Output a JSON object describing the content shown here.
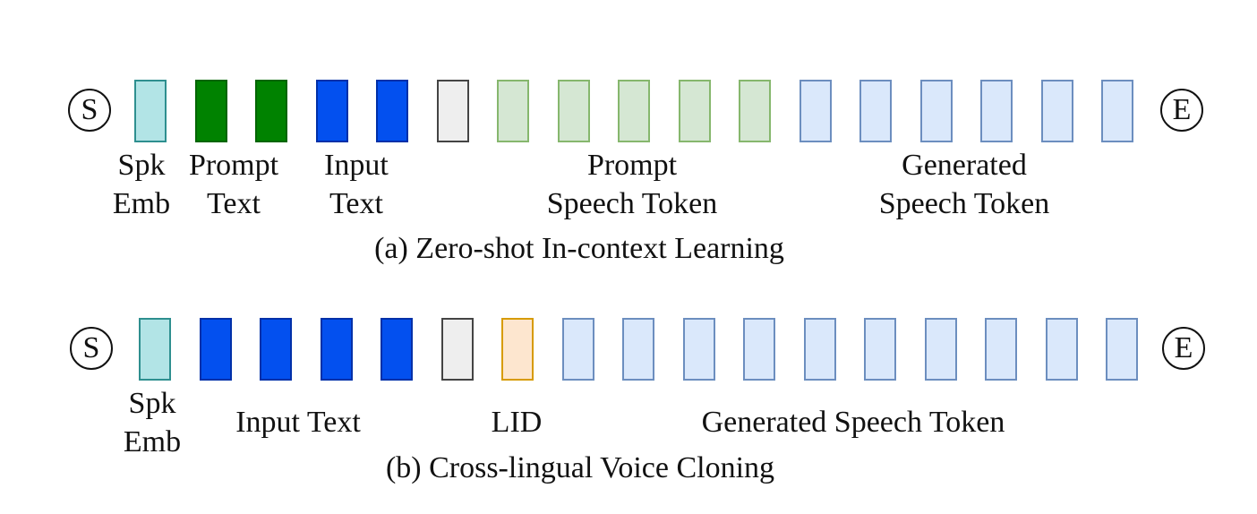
{
  "colors": {
    "spk_emb": {
      "fill": "#b2e4e6",
      "border": "#2e8f8f"
    },
    "prompt_text": {
      "fill": "#008200",
      "border": "#006500"
    },
    "input_text": {
      "fill": "#0350ef",
      "border": "#0030a8"
    },
    "separator": {
      "fill": "#eeeeee",
      "border": "#444444"
    },
    "prompt_speech_token": {
      "fill": "#d5e7d3",
      "border": "#86b76d"
    },
    "generated_speech_token": {
      "fill": "#dae8fb",
      "border": "#6c8ebf"
    },
    "lid": {
      "fill": "#fde6cf",
      "border": "#d79b00"
    }
  },
  "panel_a": {
    "start_symbol": "S",
    "end_symbol": "E",
    "tokens": [
      "spk_emb",
      "prompt_text",
      "prompt_text",
      "input_text",
      "input_text",
      "separator",
      "prompt_speech_token",
      "prompt_speech_token",
      "prompt_speech_token",
      "prompt_speech_token",
      "prompt_speech_token",
      "generated_speech_token",
      "generated_speech_token",
      "generated_speech_token",
      "generated_speech_token",
      "generated_speech_token",
      "generated_speech_token"
    ],
    "labels": {
      "spk_emb": {
        "line1": "Spk",
        "line2": "Emb"
      },
      "prompt_text": {
        "line1": "Prompt",
        "line2": "Text"
      },
      "input_text": {
        "line1": "Input",
        "line2": "Text"
      },
      "prompt_speech": {
        "line1": "Prompt",
        "line2": "Speech Token"
      },
      "generated_speech": {
        "line1": "Generated",
        "line2": "Speech Token"
      }
    },
    "caption": "(a) Zero-shot In-context Learning"
  },
  "panel_b": {
    "start_symbol": "S",
    "end_symbol": "E",
    "tokens": [
      "spk_emb",
      "input_text",
      "input_text",
      "input_text",
      "input_text",
      "separator",
      "lid",
      "generated_speech_token",
      "generated_speech_token",
      "generated_speech_token",
      "generated_speech_token",
      "generated_speech_token",
      "generated_speech_token",
      "generated_speech_token",
      "generated_speech_token",
      "generated_speech_token",
      "generated_speech_token"
    ],
    "labels": {
      "spk_emb": {
        "line1": "Spk",
        "line2": "Emb"
      },
      "input_text": "Input Text",
      "lid": "LID",
      "generated_speech": "Generated Speech Token"
    },
    "caption": "(b) Cross-lingual Voice Cloning"
  }
}
